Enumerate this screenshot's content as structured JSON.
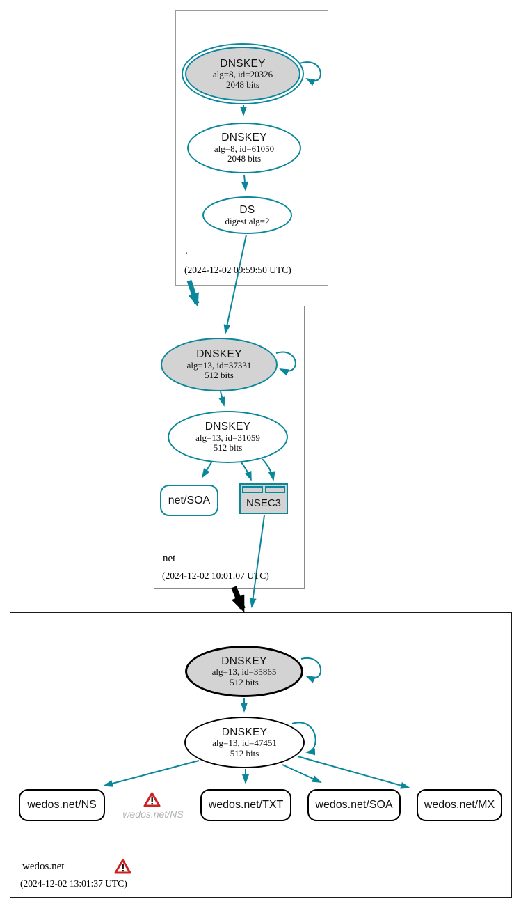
{
  "colors": {
    "secure_teal": "#0a879a",
    "warning_red": "#cc2222",
    "sep_fill": "#d3d3d3",
    "muted_text": "#b3b3b3"
  },
  "zones": {
    "root": {
      "label": ".",
      "timestamp": "(2024-12-02 09:59:50 UTC)",
      "nodes": {
        "ksk": {
          "title": "DNSKEY",
          "detail": "alg=8, id=20326",
          "size": "2048 bits"
        },
        "zsk": {
          "title": "DNSKEY",
          "detail": "alg=8, id=61050",
          "size": "2048 bits"
        },
        "ds": {
          "title": "DS",
          "detail": "digest alg=2"
        }
      }
    },
    "net": {
      "label": "net",
      "timestamp": "(2024-12-02 10:01:07 UTC)",
      "nodes": {
        "ksk": {
          "title": "DNSKEY",
          "detail": "alg=13, id=37331",
          "size": "512 bits"
        },
        "zsk": {
          "title": "DNSKEY",
          "detail": "alg=13, id=31059",
          "size": "512 bits"
        },
        "soa": {
          "label": "net/SOA"
        },
        "nsec3": {
          "label": "NSEC3"
        }
      }
    },
    "wedos": {
      "label": "wedos.net",
      "timestamp": "(2024-12-02 13:01:37 UTC)",
      "nodes": {
        "ksk": {
          "title": "DNSKEY",
          "detail": "alg=13, id=35865",
          "size": "512 bits"
        },
        "zsk": {
          "title": "DNSKEY",
          "detail": "alg=13, id=47451",
          "size": "512 bits"
        },
        "rrsets": [
          {
            "label": "wedos.net/NS"
          },
          {
            "label": "wedos.net/TXT"
          },
          {
            "label": "wedos.net/SOA"
          },
          {
            "label": "wedos.net/MX"
          }
        ],
        "missing_ns": {
          "label": "wedos.net/NS"
        }
      }
    }
  }
}
